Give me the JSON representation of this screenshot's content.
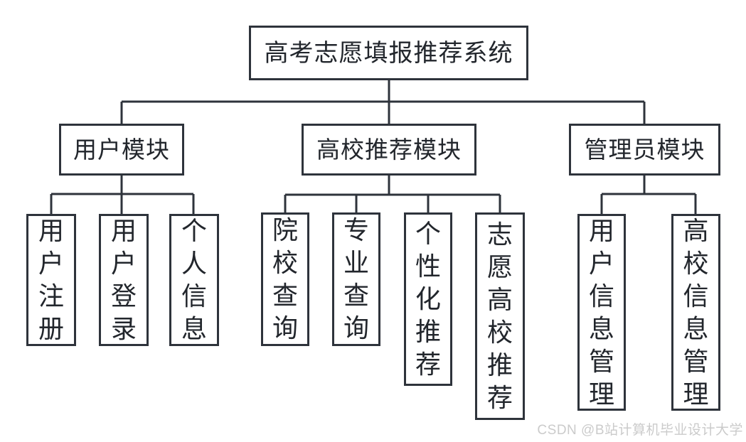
{
  "diagram": {
    "root": {
      "label": "高考志愿填报推荐系统"
    },
    "modules": [
      {
        "label": "用户模块",
        "children": [
          {
            "label": "用户注册"
          },
          {
            "label": "用户登录"
          },
          {
            "label": "个人信息"
          }
        ]
      },
      {
        "label": "高校推荐模块",
        "children": [
          {
            "label": "院校查询"
          },
          {
            "label": "专业查询"
          },
          {
            "label": "个性化推荐"
          },
          {
            "label": "志愿高校推荐"
          }
        ]
      },
      {
        "label": "管理员模块",
        "children": [
          {
            "label": "用户信息管理"
          },
          {
            "label": "高校信息管理"
          }
        ]
      }
    ]
  },
  "watermark": {
    "text": "CSDN @B站计算机毕业设计大学"
  },
  "colors": {
    "line": "#2e333b",
    "border": "#2e333b",
    "text": "#22262c",
    "watermark": "#cbcbcb",
    "background": "#ffffff"
  }
}
